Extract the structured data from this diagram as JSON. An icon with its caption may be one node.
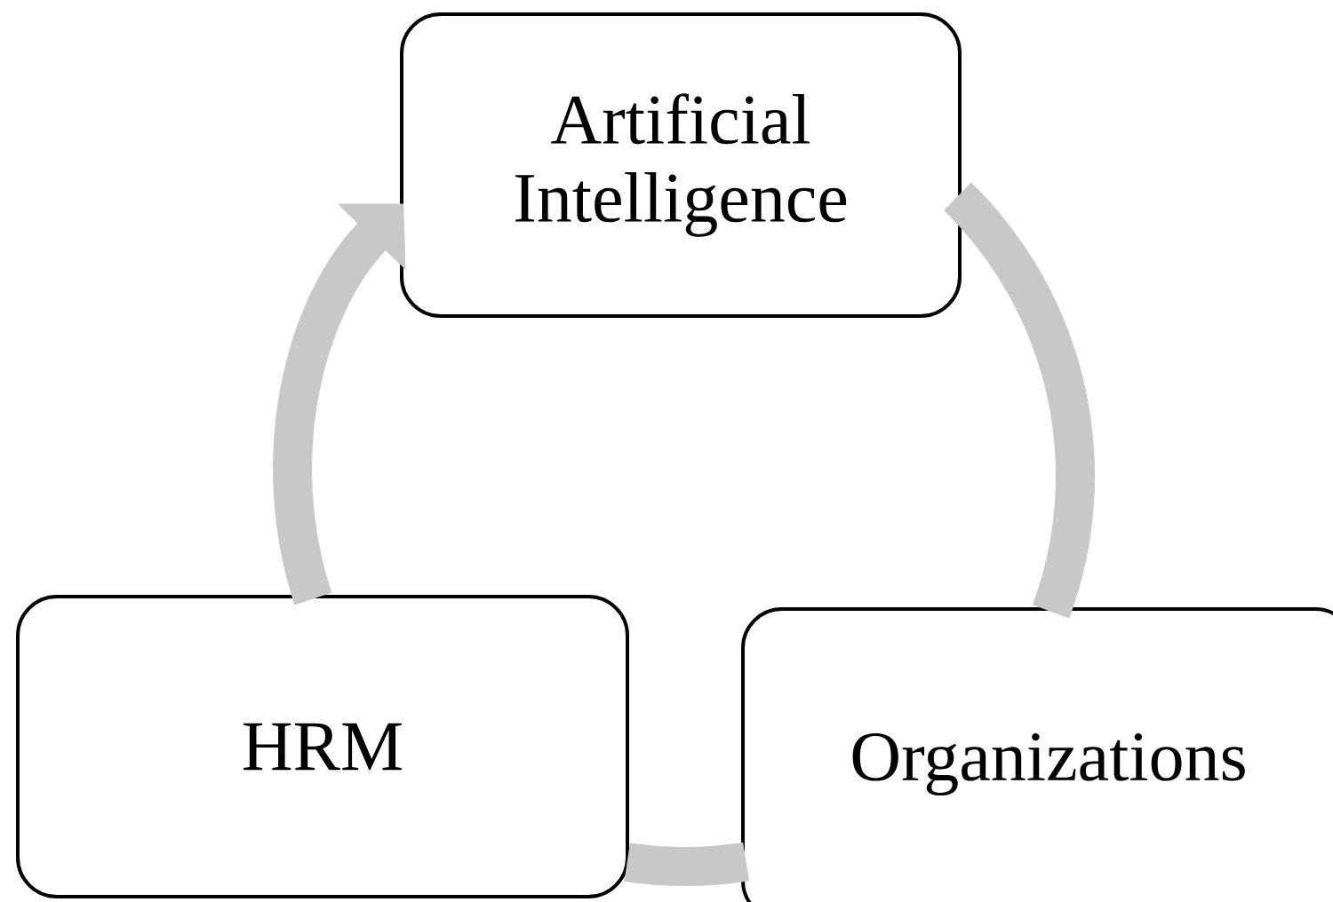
{
  "diagram": {
    "nodes": [
      {
        "text": [
          "Artificial Intelligence"
        ]
      },
      {
        "text": [
          "Organizations"
        ]
      },
      {
        "text": [
          "HRM"
        ]
      }
    ],
    "edges": [
      {
        "from": 0,
        "to": 1,
        "arrow": "none"
      },
      {
        "from": 1,
        "to": 2,
        "arrow": "none"
      },
      {
        "from": 2,
        "to": 0,
        "arrow": "to"
      }
    ]
  }
}
